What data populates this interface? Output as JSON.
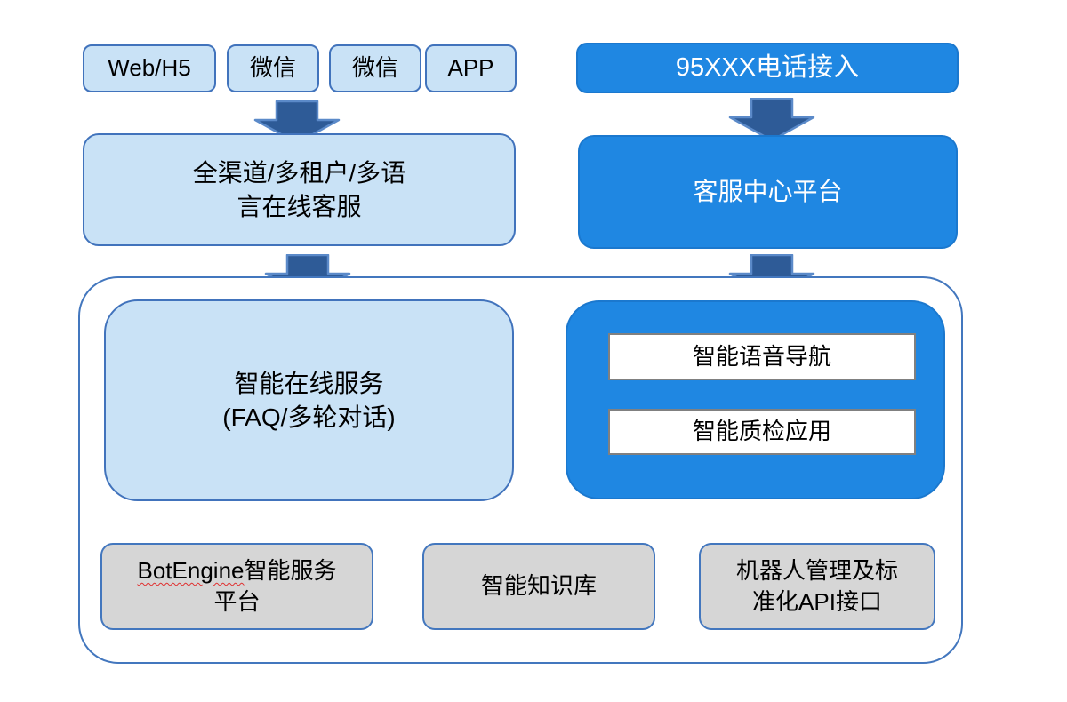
{
  "colors": {
    "light_blue_fill": "#C9E2F6",
    "light_blue_border": "#4173BC",
    "blue_fill": "#1F87E2",
    "arrow_fill": "#2E5B97",
    "gray_fill": "#D6D6D6",
    "white_box_border": "#808080"
  },
  "channels": [
    {
      "label": "Web/H5"
    },
    {
      "label": "微信"
    },
    {
      "label": "微信"
    },
    {
      "label": "APP"
    }
  ],
  "phone_entry": {
    "label": "95XXX电话接入"
  },
  "online_channel_platform": {
    "line1": "全渠道/多租户/多语",
    "line2": "言在线客服"
  },
  "call_center": {
    "label": "客服中心平台"
  },
  "platform": {
    "intelligent_online_service": {
      "line1": "智能在线服务",
      "line2": "(FAQ/多轮对话)"
    },
    "voice_apps": [
      {
        "label": "智能语音导航"
      },
      {
        "label": "智能质检应用"
      }
    ],
    "foundation": [
      {
        "label_en": "BotEngine",
        "label_zh_line1": "智能服务",
        "label_zh_line2": "平台"
      },
      {
        "label": "智能知识库"
      },
      {
        "line1": "机器人管理及标",
        "line2": "准化API接口"
      }
    ]
  }
}
